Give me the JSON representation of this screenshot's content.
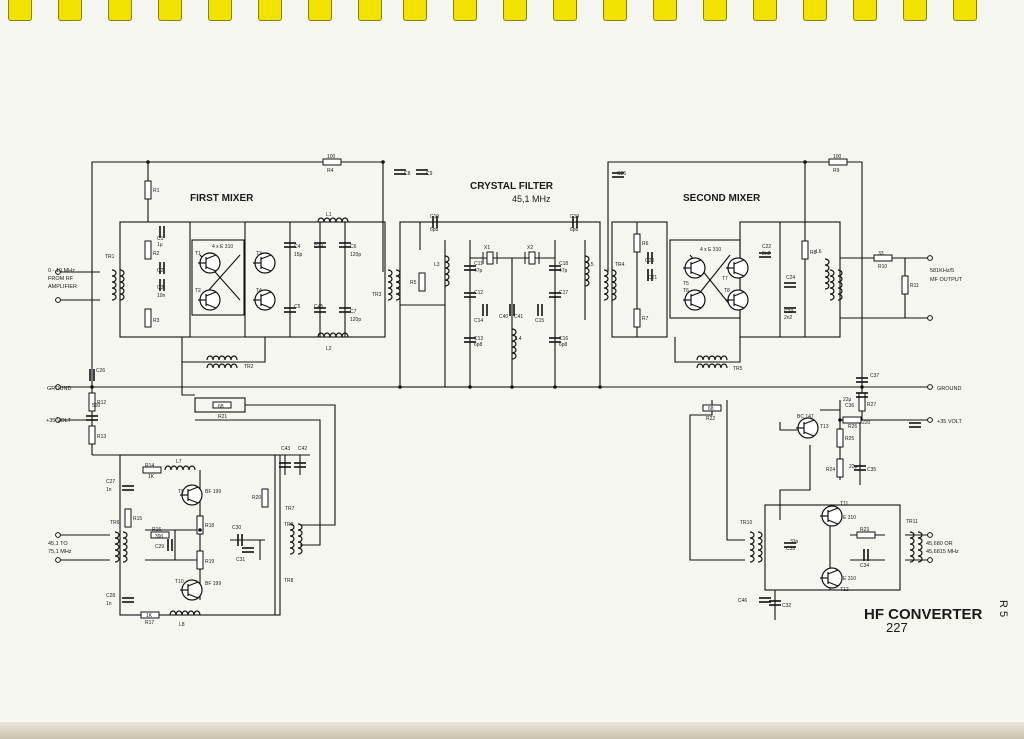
{
  "title": "HF CONVERTER",
  "page_number": "227",
  "edge_mark": "R 5",
  "sections": {
    "first_mixer": "FIRST MIXER",
    "crystal_filter": "CRYSTAL FILTER",
    "crystal_freq": "45,1 MHz",
    "second_mixer": "SECOND MIXER"
  },
  "io": {
    "input_line1": "0 - 10 MHz",
    "input_line2": "FROM RF",
    "input_line3": "AMPLIFIER",
    "output_line1": "581KHz/5",
    "output_line2": "MF OUTPUT",
    "ground_left": "GROUND",
    "ground_right": "GROUND",
    "supply_left": "+35 VOLT",
    "supply_right": "+35 VOLT",
    "osc1_line1": "45,1 TO",
    "osc1_line2": "75,1 MHz",
    "osc2_line1": "45,680 OR",
    "osc2_line2": "45,6815 MHz"
  },
  "parts": {
    "tr1": "TR1",
    "tr2": "TR2",
    "tr3": "TR3",
    "tr4": "TR4",
    "tr5": "TR5",
    "tr6": "TR6",
    "tr7": "TR7",
    "tr8": "TR8",
    "tr9": "TR9",
    "tr10": "TR10",
    "tr11": "TR11",
    "r1": "R1",
    "r2": "R2",
    "r3": "R3",
    "r4": "R4",
    "r4v": "100",
    "r5": "R5",
    "r6": "R6",
    "r7": "R7",
    "r8": "R8",
    "r9": "R9",
    "r9v": "100",
    "r10": "R10",
    "r10v": "33",
    "r11": "R11",
    "r12": "R12",
    "r13": "R13",
    "r14": "R14",
    "r14v": "1K",
    "r15": "R15",
    "r16": "R16",
    "r16v": "390",
    "r17": "R17",
    "r17v": "1K",
    "r18": "R18",
    "r19": "R19",
    "r20": "R20",
    "r21": "R21",
    "r21v": "68",
    "r22": "R22",
    "r22v": "68",
    "r23": "R23",
    "r24": "R24",
    "r25": "R25",
    "r26": "R26",
    "r27": "R27",
    "c1": "C1",
    "c2": "C2",
    "c3": "C3",
    "c4": "C4",
    "c5": "C5",
    "c6": "C6",
    "c7": "C7",
    "c8": "C8",
    "c9": "C9",
    "c10": "C10",
    "c10v": "6p8",
    "c11": "C11",
    "c12": "C12",
    "c13": "C13",
    "c13v": "6p8",
    "c14": "C14",
    "c15": "C15",
    "c16": "C16",
    "c17": "C17",
    "c18": "C18",
    "c19": "C19",
    "c19v": "6p8",
    "c20": "C20",
    "c21": "C21",
    "c22": "C22",
    "c23": "C23",
    "c24": "C24",
    "c25": "C25",
    "c26": "C26",
    "c27": "C27",
    "c28": "C28",
    "c29": "C29",
    "c30": "C30",
    "c31": "C31",
    "c32": "C32",
    "c33": "C33",
    "c34": "C34",
    "c35": "C35",
    "c36": "C36",
    "c37": "C37",
    "c40": "C40",
    "c41": "C41",
    "c42": "C42",
    "c43": "C43",
    "c44": "C44",
    "c45": "C45",
    "c46": "C46",
    "x1": "X1",
    "x2": "X2",
    "l1": "L1",
    "l2": "L2",
    "l3": "L3",
    "l4": "L4",
    "l5": "L5",
    "l6": "L6",
    "l7": "L7",
    "l8": "L8",
    "t1": "T1",
    "t2": "T2",
    "t3": "T3",
    "t4": "T4",
    "t5": "T5",
    "t6": "T6",
    "t7": "T7",
    "t8": "T8",
    "t9": "T9",
    "t10": "T10",
    "t11": "T11",
    "t12": "T12",
    "t13": "T13",
    "quad_fet": "4 x E 310",
    "bf199a": "BF 199",
    "bf199b": "BF 199",
    "bc147": "BC 147",
    "e310a": "E 310",
    "e310b": "E 310",
    "v1n": "1n",
    "v10n": "10n",
    "v15p": "15p",
    "v120p": "120p",
    "v47p": "47p",
    "v2n2": "2n2",
    "v1u": "1μ",
    "v22u": "22μ",
    "v33p": "33p",
    "v6p8": "6p8",
    "v220": "220",
    "v560": "560"
  }
}
